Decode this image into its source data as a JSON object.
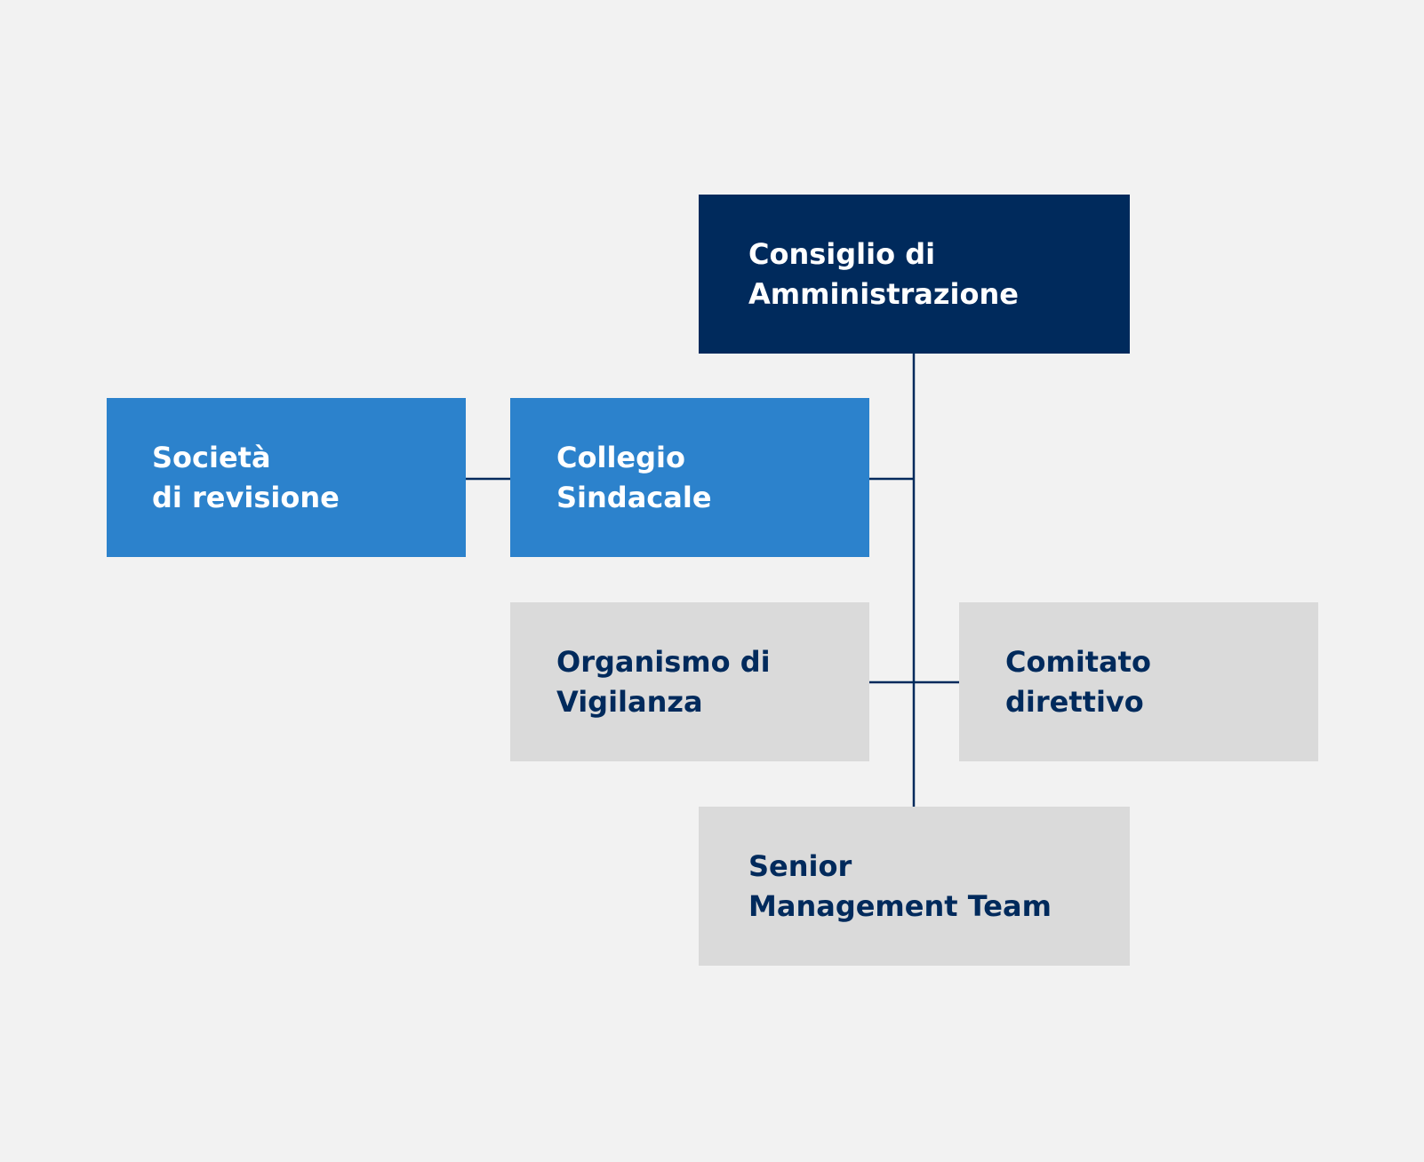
{
  "diagram": {
    "nodes": {
      "board": {
        "line1": "Consiglio di",
        "line2": "Amministrazione"
      },
      "audit_firm": {
        "line1": "Società",
        "line2": "di revisione"
      },
      "statutory_auditors": {
        "line1": "Collegio",
        "line2": "Sindacale"
      },
      "supervisory_body": {
        "line1": "Organismo di",
        "line2": "Vigilanza"
      },
      "steering_committee": {
        "line1": "Comitato",
        "line2": "direttivo"
      },
      "senior_management": {
        "line1": "Senior",
        "line2": "Management Team"
      }
    },
    "colors": {
      "background": "#f2f2f2",
      "primary_dark": "#002a5c",
      "primary_blue": "#2c82cc",
      "secondary_grey": "#dadada",
      "connector": "#002a5c"
    }
  }
}
